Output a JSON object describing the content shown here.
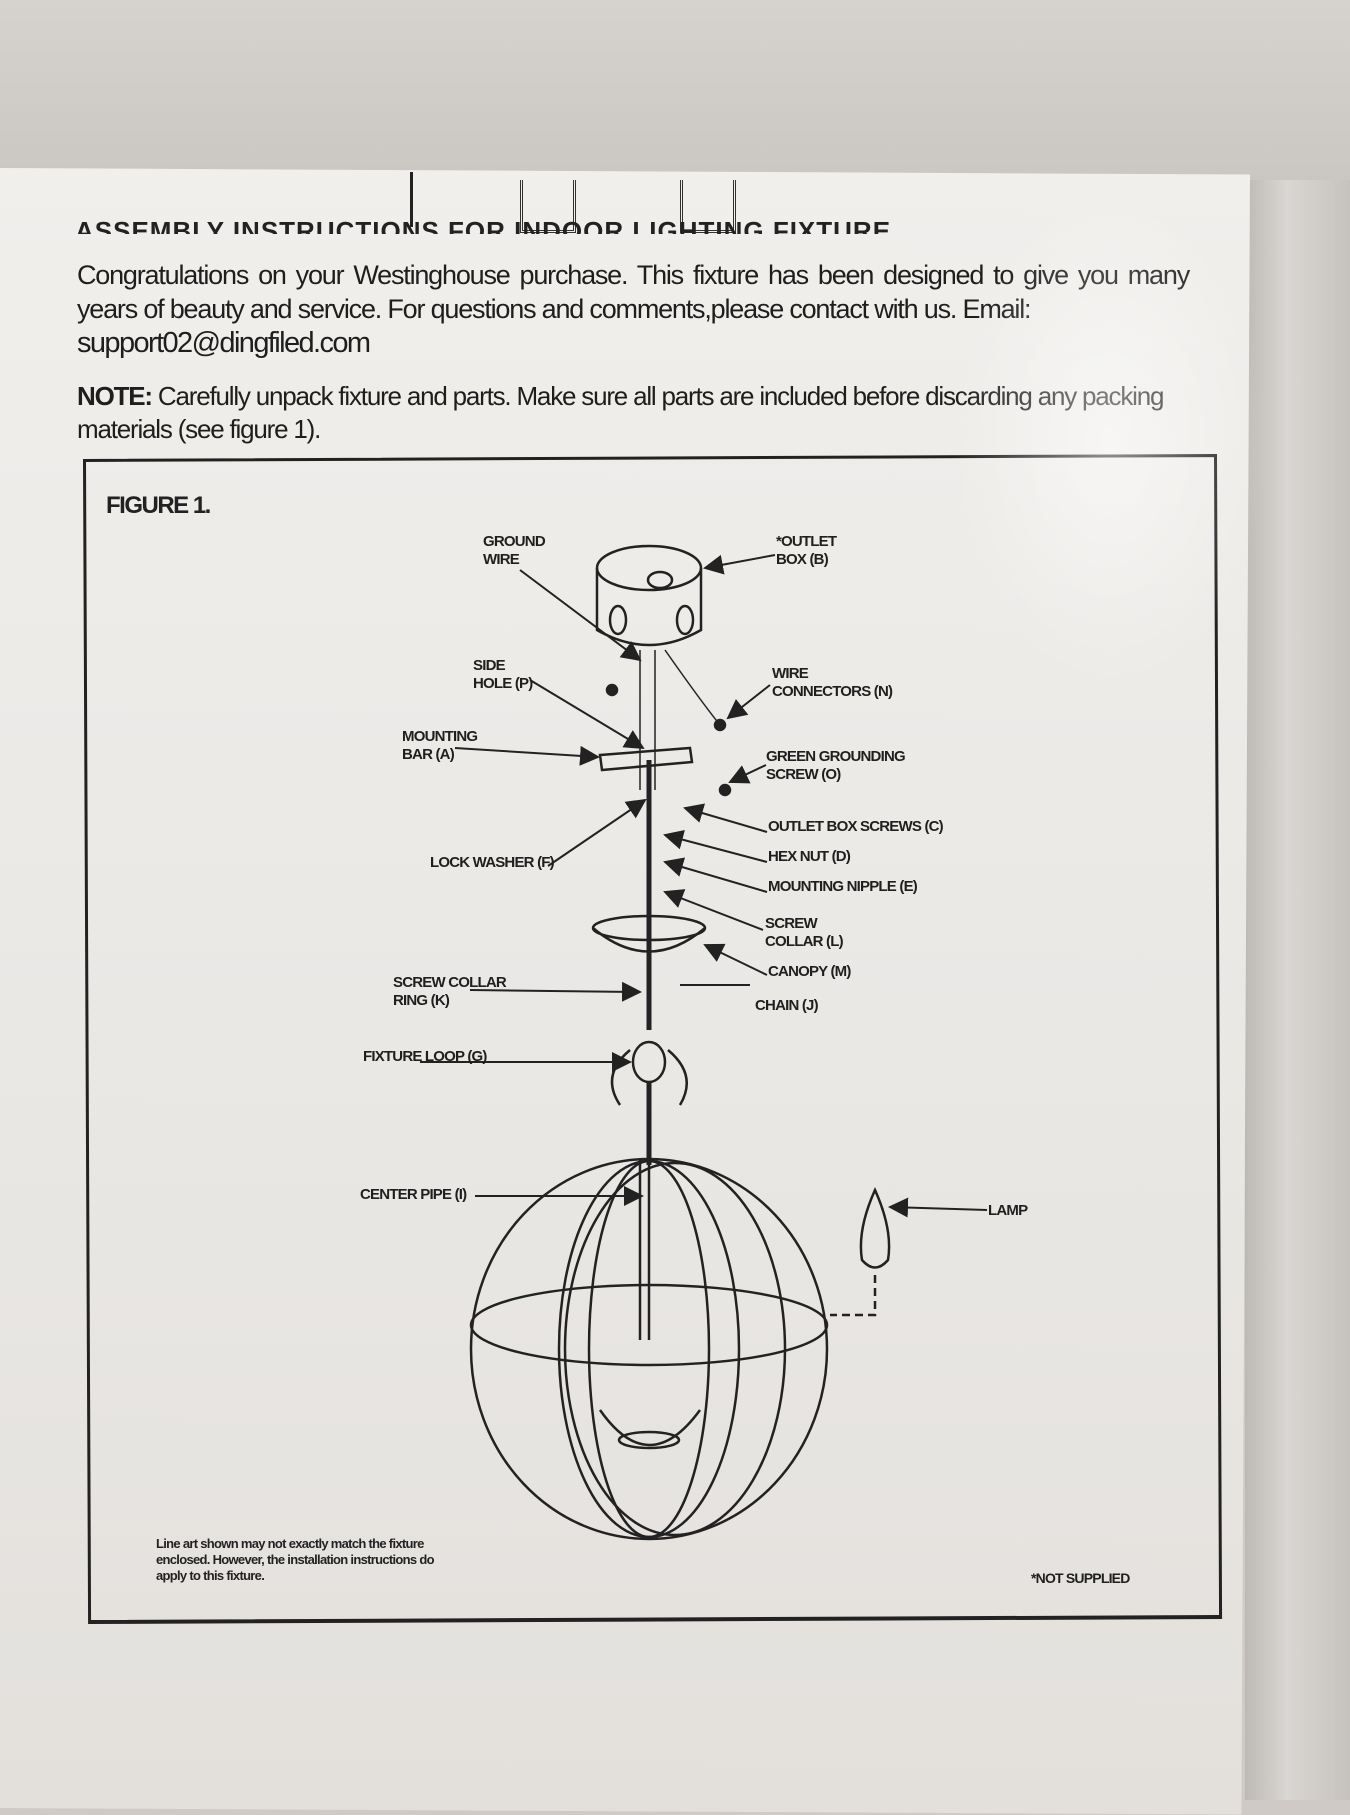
{
  "document": {
    "title": "ASSEMBLY INSTRUCTIONS FOR INDOOR LIGHTING FIXTURE",
    "intro": "Congratulations on your Westinghouse purchase. This fixture has been designed to give you many years of beauty and service. For questions and comments,please contact with us. Email:",
    "email": "support02@dingfiled.com",
    "note_label": "NOTE:",
    "note_text": " Carefully unpack fixture and parts. Make sure all parts are included before discarding any packing materials (see figure 1).",
    "figure_title": "FIGURE 1.",
    "labels": {
      "ground_wire": "GROUND\nWIRE",
      "outlet_box": "*OUTLET\nBOX (B)",
      "side_hole": "SIDE\nHOLE (P)",
      "wire_connectors": "WIRE\nCONNECTORS (N)",
      "mounting_bar": "MOUNTING\nBAR (A)",
      "green_grounding_screw": "GREEN GROUNDING\nSCREW (O)",
      "outlet_box_screws": "OUTLET BOX SCREWS (C)",
      "hex_nut": "HEX NUT (D)",
      "lock_washer": "LOCK WASHER (F)",
      "mounting_nipple": "MOUNTING NIPPLE (E)",
      "screw_collar": "SCREW\nCOLLAR (L)",
      "canopy": "CANOPY (M)",
      "screw_collar_ring": "SCREW COLLAR\nRING (K)",
      "chain": "CHAIN (J)",
      "fixture_loop": "FIXTURE LOOP (G)",
      "center_pipe": "CENTER PIPE (I)",
      "lamp": "LAMP"
    },
    "footnote": "Line art shown may not exactly match the fixture enclosed. However, the installation instructions do apply to this fixture.",
    "not_supplied": "*NOT SUPPLIED"
  }
}
